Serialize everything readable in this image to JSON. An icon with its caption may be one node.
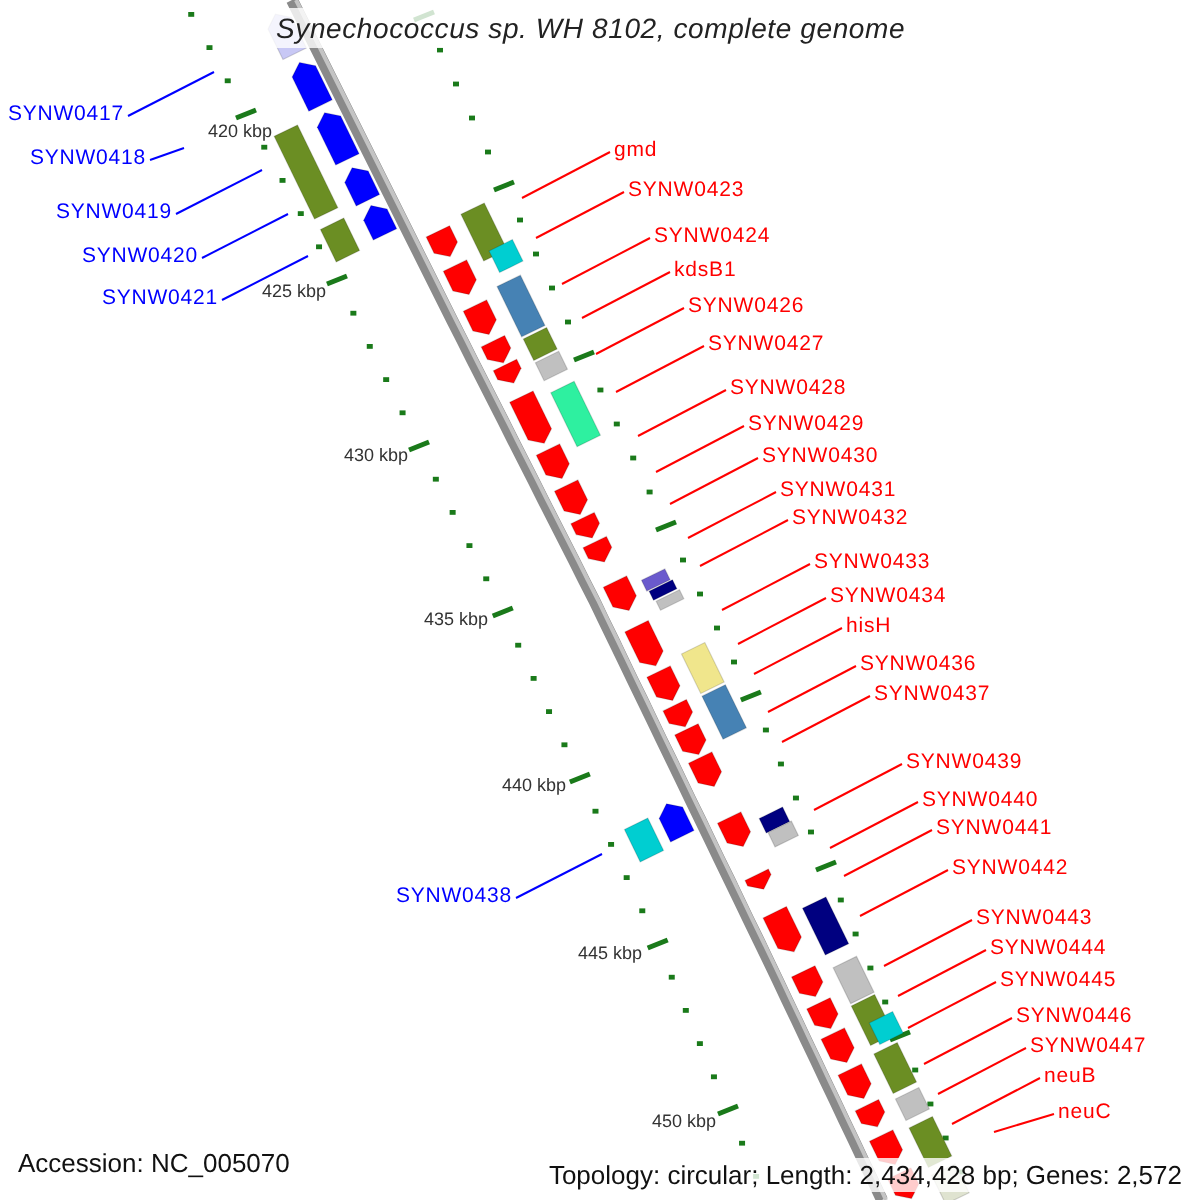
{
  "diagram": {
    "title": "Synechococcus sp. WH 8102, complete genome",
    "nodes": [
      {
        "text": [
          "SYNW0417"
        ]
      },
      {
        "text": [
          "SYNW0418"
        ]
      },
      {
        "text": [
          "SYNW0419"
        ]
      },
      {
        "text": [
          "SYNW0420"
        ]
      },
      {
        "text": [
          "SYNW0421"
        ]
      },
      {
        "text": [
          "gmd"
        ]
      },
      {
        "text": [
          "SYNW0423"
        ]
      },
      {
        "text": [
          "SYNW0424"
        ]
      },
      {
        "text": [
          "kdsB1"
        ]
      },
      {
        "text": [
          "SYNW0426"
        ]
      },
      {
        "text": [
          "SYNW0427"
        ]
      },
      {
        "text": [
          "SYNW0428"
        ]
      },
      {
        "text": [
          "SYNW0429"
        ]
      },
      {
        "text": [
          "SYNW0430"
        ]
      },
      {
        "text": [
          "SYNW0431"
        ]
      },
      {
        "text": [
          "SYNW0432"
        ]
      },
      {
        "text": [
          "SYNW0433"
        ]
      },
      {
        "text": [
          "SYNW0434"
        ]
      },
      {
        "text": [
          "hisH"
        ]
      },
      {
        "text": [
          "SYNW0436"
        ]
      },
      {
        "text": [
          "SYNW0437"
        ]
      },
      {
        "text": [
          "SYNW0438"
        ]
      },
      {
        "text": [
          "SYNW0439"
        ]
      },
      {
        "text": [
          "SYNW0440"
        ]
      },
      {
        "text": [
          "SYNW0441"
        ]
      },
      {
        "text": [
          "SYNW0442"
        ]
      },
      {
        "text": [
          "SYNW0443"
        ]
      },
      {
        "text": [
          "SYNW0444"
        ]
      },
      {
        "text": [
          "SYNW0445"
        ]
      },
      {
        "text": [
          "SYNW0446"
        ]
      },
      {
        "text": [
          "SYNW0447"
        ]
      },
      {
        "text": [
          "neuB"
        ]
      },
      {
        "text": [
          "neuC"
        ]
      }
    ],
    "edges": [
      {
        "from": 0,
        "to": null,
        "arrow": "none",
        "color": "#0000ff"
      },
      {
        "from": 1,
        "to": null,
        "arrow": "none",
        "color": "#0000ff"
      },
      {
        "from": 2,
        "to": null,
        "arrow": "none",
        "color": "#0000ff"
      },
      {
        "from": 3,
        "to": null,
        "arrow": "none",
        "color": "#0000ff"
      },
      {
        "from": 4,
        "to": null,
        "arrow": "none",
        "color": "#0000ff"
      },
      {
        "from": 5,
        "to": null,
        "arrow": "none"
      },
      {
        "from": 6,
        "to": null,
        "arrow": "none"
      },
      {
        "from": 7,
        "to": null,
        "arrow": "none"
      },
      {
        "from": 8,
        "to": null,
        "arrow": "none"
      },
      {
        "from": 9,
        "to": null,
        "arrow": "none"
      },
      {
        "from": 10,
        "to": null,
        "arrow": "none"
      },
      {
        "from": 11,
        "to": null,
        "arrow": "none"
      },
      {
        "from": 12,
        "to": null,
        "arrow": "none"
      },
      {
        "from": 13,
        "to": null,
        "arrow": "none"
      },
      {
        "from": 14,
        "to": null,
        "arrow": "none"
      },
      {
        "from": 15,
        "to": null,
        "arrow": "none"
      },
      {
        "from": 16,
        "to": null,
        "arrow": "none"
      },
      {
        "from": 17,
        "to": null,
        "arrow": "none"
      },
      {
        "from": 18,
        "to": null,
        "arrow": "none"
      },
      {
        "from": 19,
        "to": null,
        "arrow": "none"
      },
      {
        "from": 20,
        "to": null,
        "arrow": "none"
      },
      {
        "from": 21,
        "to": null,
        "arrow": "none",
        "color": "#0000ff"
      },
      {
        "from": 22,
        "to": null,
        "arrow": "none"
      },
      {
        "from": 23,
        "to": null,
        "arrow": "none"
      },
      {
        "from": 24,
        "to": null,
        "arrow": "none"
      },
      {
        "from": 25,
        "to": null,
        "arrow": "none"
      },
      {
        "from": 26,
        "to": null,
        "arrow": "none"
      },
      {
        "from": 27,
        "to": null,
        "arrow": "none"
      },
      {
        "from": 28,
        "to": null,
        "arrow": "none"
      },
      {
        "from": 29,
        "to": null,
        "arrow": "none"
      },
      {
        "from": 30,
        "to": null,
        "arrow": "none"
      },
      {
        "from": 31,
        "to": null,
        "arrow": "none"
      },
      {
        "from": 32,
        "to": null,
        "arrow": "none"
      }
    ],
    "labels": [
      "420 kbp",
      "425 kbp",
      "430 kbp",
      "435 kbp",
      "440 kbp",
      "445 kbp",
      "450 kbp",
      "Accession: NC_005070",
      "Topology: circular; Length: 2,434,428 bp; Genes: 2,572"
    ]
  }
}
